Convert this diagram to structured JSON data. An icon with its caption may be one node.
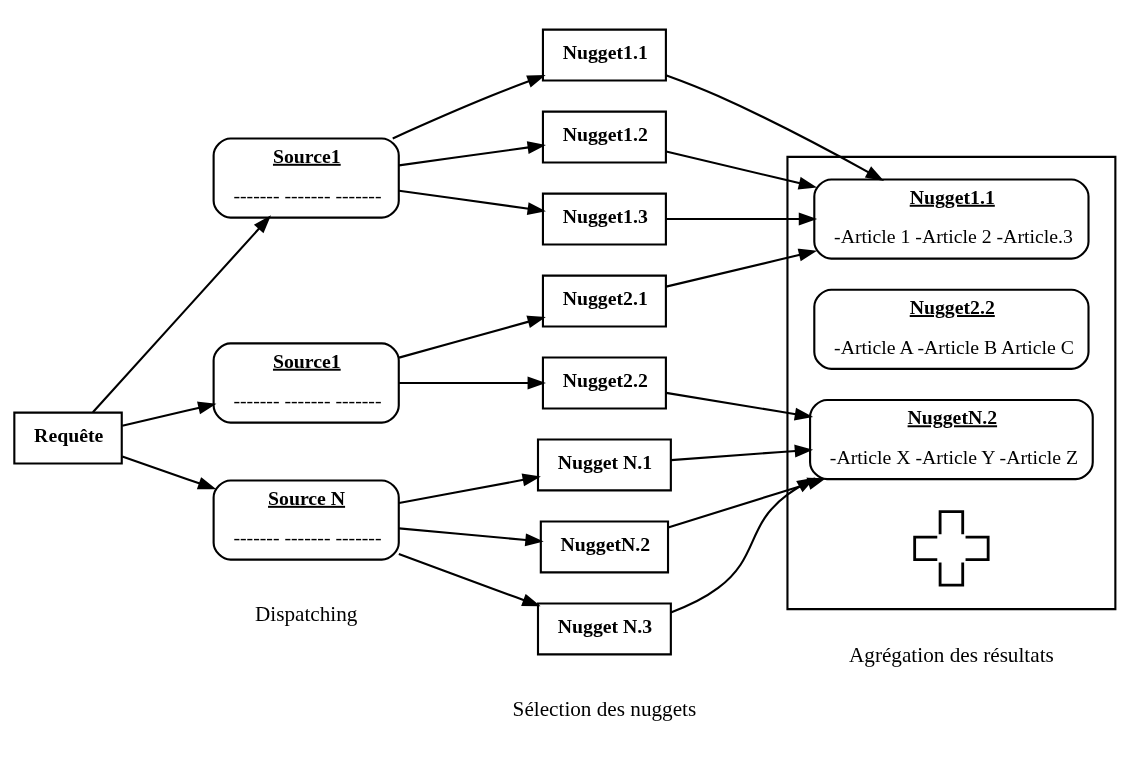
{
  "diagram": {
    "nodes": [
      {
        "text": [
          "Requête"
        ]
      },
      {
        "text": [
          "Source1",
          "------- ------- -------"
        ]
      },
      {
        "text": [
          "Source1",
          "------- ------- -------"
        ]
      },
      {
        "text": [
          "Source N",
          "------- ------- -------"
        ]
      },
      {
        "text": [
          "Nugget1.1"
        ]
      },
      {
        "text": [
          "Nugget1.2"
        ]
      },
      {
        "text": [
          "Nugget1.3"
        ]
      },
      {
        "text": [
          "Nugget2.1"
        ]
      },
      {
        "text": [
          "Nugget2.2"
        ]
      },
      {
        "text": [
          "Nugget N.1"
        ]
      },
      {
        "text": [
          "NuggetN.2"
        ]
      },
      {
        "text": [
          "Nugget N.3"
        ]
      },
      {
        "text": [],
        "shape": "box"
      },
      {
        "text": [
          "Nugget1.1",
          "-Article 1 -Article 2 -Article.3"
        ],
        "in": 12
      },
      {
        "text": [
          "Nugget2.2",
          "-Article A -Article B Article C"
        ],
        "in": 12
      },
      {
        "text": [
          "NuggetN.2",
          "-Article X -Article Y -Article Z"
        ],
        "in": 12
      },
      {
        "text": [],
        "shape": "cross",
        "in": 12
      }
    ],
    "edges": [
      {
        "from": 0,
        "to": 1,
        "arrow": "to"
      },
      {
        "from": 0,
        "to": 2,
        "arrow": "to"
      },
      {
        "from": 0,
        "to": 3,
        "arrow": "to"
      },
      {
        "from": 1,
        "to": 4,
        "arrow": "to"
      },
      {
        "from": 1,
        "to": 5,
        "arrow": "to"
      },
      {
        "from": 1,
        "to": 6,
        "arrow": "to"
      },
      {
        "from": 2,
        "to": 7,
        "arrow": "to"
      },
      {
        "from": 2,
        "to": 8,
        "arrow": "to"
      },
      {
        "from": 3,
        "to": 9,
        "arrow": "to"
      },
      {
        "from": 3,
        "to": 10,
        "arrow": "to"
      },
      {
        "from": 3,
        "to": 11,
        "arrow": "to"
      },
      {
        "from": 4,
        "to": 13,
        "arrow": "to"
      },
      {
        "from": 5,
        "to": 13,
        "arrow": "to"
      },
      {
        "from": 6,
        "to": 13,
        "arrow": "to"
      },
      {
        "from": 7,
        "to": 13,
        "arrow": "to"
      },
      {
        "from": 8,
        "to": 15,
        "arrow": "to"
      },
      {
        "from": 9,
        "to": 15,
        "arrow": "to"
      },
      {
        "from": 10,
        "to": 15,
        "arrow": "to"
      },
      {
        "from": 11,
        "to": 15,
        "arrow": "to"
      }
    ],
    "labels": [
      "Dispatching",
      "Sélection des nuggets",
      "Agrégation des résultats"
    ]
  }
}
